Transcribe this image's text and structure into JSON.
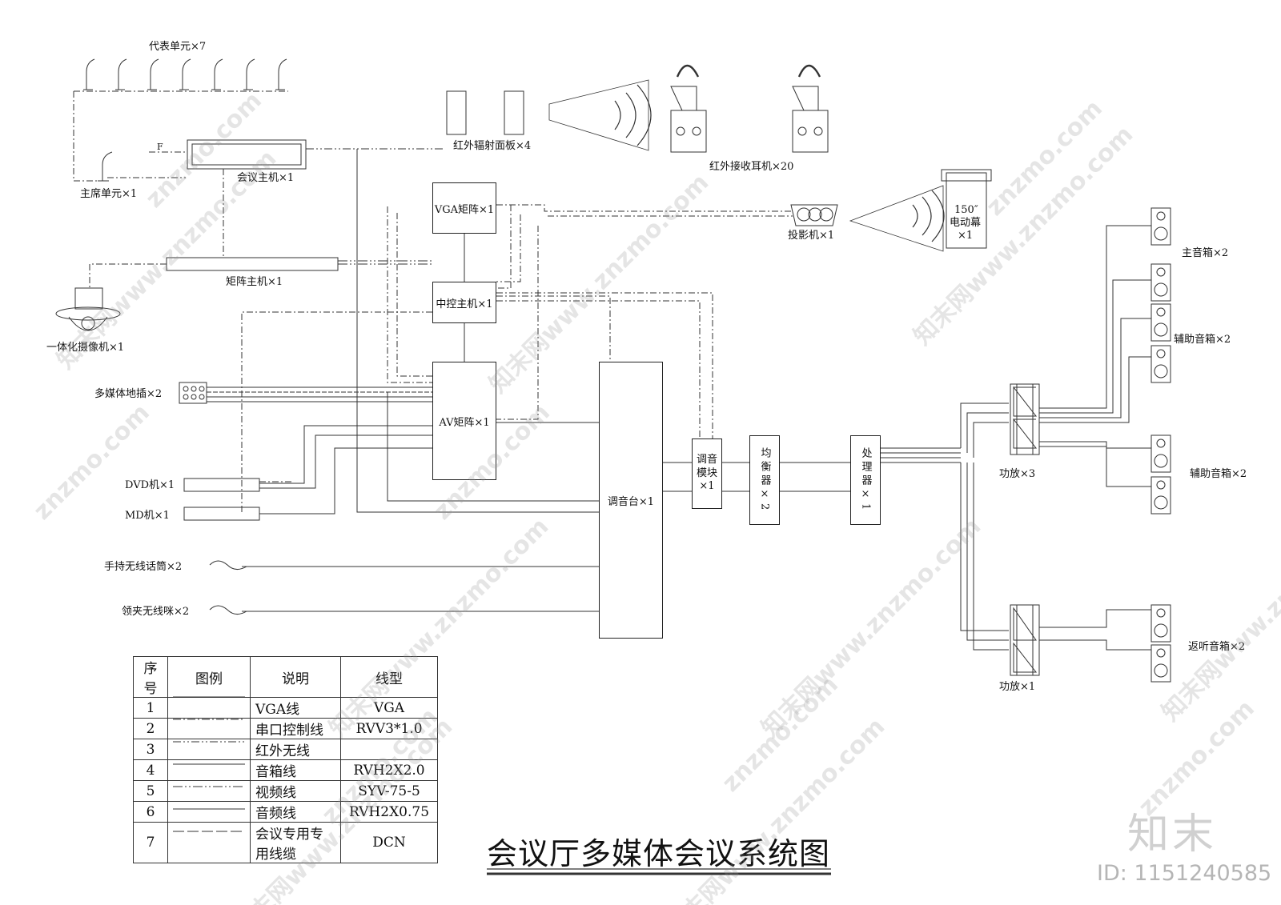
{
  "title": "会议厅多媒体会议系统图",
  "devices": {
    "delegate": "代表单元×7",
    "chairman": "主席单元×1",
    "conf_host": "会议主机×1",
    "matrix_host": "矩阵主机×1",
    "camera": "一体化摄像机×1",
    "floor_socket": "多媒体地插×2",
    "dvd": "DVD机×1",
    "md": "MD机×1",
    "handheld_mic": "手持无线话筒×2",
    "lapel_mic": "领夹无线咪×2",
    "ir_panel": "红外辐射面板×4",
    "ir_receiver": "红外接收耳机×20",
    "vga_matrix": "VGA矩阵×1",
    "central_ctrl": "中控主机×1",
    "av_matrix": "AV矩阵×1",
    "mixer": "调音台×1",
    "tuning_module": "调音模块×1",
    "equalizer": "均衡器×2",
    "processor": "处理器×1",
    "projector": "投影机×1",
    "screen_size": "150″",
    "screen": "电动幕",
    "screen_qty": "×1",
    "amp3": "功放×3",
    "amp1": "功放×1",
    "main_spk": "主音箱×2",
    "aux_spk1": "辅助音箱×2",
    "aux_spk2": "辅助音箱×2",
    "monitor_spk": "返听音箱×2",
    "host_mark": "F"
  },
  "legend": {
    "headers": [
      "序号",
      "图例",
      "说明",
      "线型"
    ],
    "rows": [
      {
        "no": "1",
        "desc": "VGA线",
        "type": "VGA"
      },
      {
        "no": "2",
        "desc": "串口控制线",
        "type": "RVV3*1.0"
      },
      {
        "no": "3",
        "desc": "红外无线",
        "type": ""
      },
      {
        "no": "4",
        "desc": "音箱线",
        "type": "RVH2X2.0"
      },
      {
        "no": "5",
        "desc": "视频线",
        "type": "SYV-75-5"
      },
      {
        "no": "6",
        "desc": "音频线",
        "type": "RVH2X0.75"
      },
      {
        "no": "7",
        "desc": "会议专用专用线缆",
        "type": "DCN"
      }
    ]
  },
  "watermark": {
    "site": "znzmo.com",
    "brand": "知末网www.znzmo.com",
    "logo": "知末",
    "id": "ID: 1151240585"
  }
}
